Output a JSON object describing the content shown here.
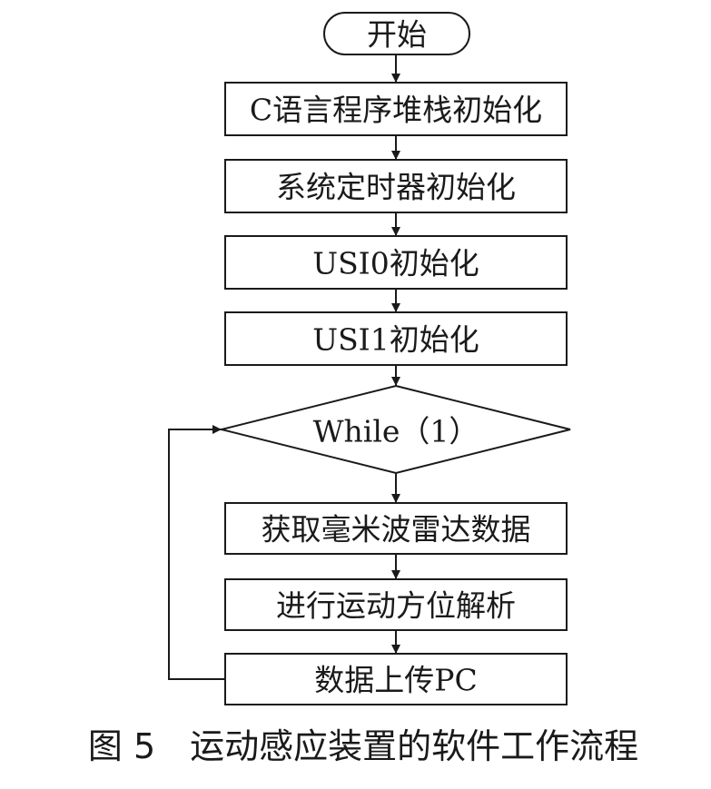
{
  "diagram": {
    "nodes": {
      "start": "开始",
      "stack_init": "C语言程序堆栈初始化",
      "timer_init": "系统定时器初始化",
      "usi0_init": "USI0初始化",
      "usi1_init": "USI1初始化",
      "loop": "While（1）",
      "get_radar": "获取毫米波雷达数据",
      "analyze": "进行运动方位解析",
      "upload": "数据上传PC"
    },
    "caption": "图 5　运动感应装置的软件工作流程"
  }
}
